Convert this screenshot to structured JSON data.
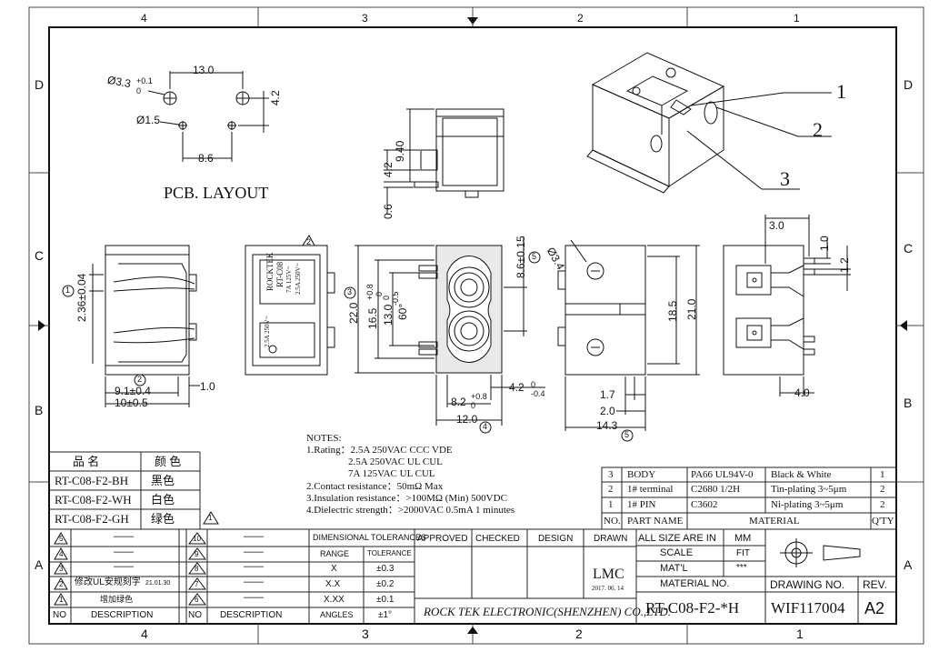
{
  "zones": {
    "cols_top": [
      "4",
      "3",
      "2",
      "1"
    ],
    "rows": [
      "D",
      "C",
      "B",
      "A"
    ],
    "cols_bottom": [
      "4",
      "3",
      "2",
      "1"
    ]
  },
  "pcb": {
    "title": "PCB. LAYOUT",
    "dim_13": "13.0",
    "dim_hole_big": "Ø3.3",
    "dim_hole_big_tol_top": "+0.1",
    "dim_hole_big_tol_bot": "0",
    "dim_hole_small": "Ø1.5",
    "dim_4_2": "4.2",
    "dim_8_6": "8.6"
  },
  "side_view": {
    "dim_9_40": "9.40",
    "dim_4_2": "4.2",
    "dim_0_6": "0.6"
  },
  "iso_view": {
    "callouts": [
      "1",
      "2",
      "3"
    ]
  },
  "left_view": {
    "dim_2_36": "2.36±0.04",
    "dim_9_1": "9.1±0.4",
    "dim_10": "10±0.5",
    "dim_1_0": "1.0",
    "mark_1": "1",
    "mark_2": "2"
  },
  "label_view": {
    "rev_mark": "2",
    "brand": "ROCKTEK",
    "model": "RT-C08",
    "rating1": "7A 125V~",
    "rating2": "2.5A 250V~",
    "rating3": "2.5A 250V~"
  },
  "front_view": {
    "dim_22": "22.0",
    "dim_16_5": "16.5",
    "dim_16_5_tol_top": "+0.8",
    "dim_16_5_tol_bot": "0",
    "dim_13": "13.0",
    "dim_13_tol_top": "0",
    "dim_13_tol_bot": "-0.5",
    "dim_60": "60°",
    "dim_8_6": "8.6±0.15",
    "dim_4_2": "4.2",
    "dim_4_2_tol_top": "0",
    "dim_4_2_tol_bot": "-0.4",
    "dim_8_2": "8.2",
    "dim_8_2_tol_top": "+0.8",
    "dim_8_2_tol_bot": "0",
    "dim_12": "12.0",
    "mark_3": "3",
    "mark_4": "4",
    "mark_5": "5"
  },
  "right_view": {
    "dim_hole": "Ø3.4",
    "dim_18_5": "18.5",
    "dim_21": "21.0",
    "dim_1_7": "1.7",
    "dim_2_0": "2.0",
    "dim_14_3": "14.3",
    "mark_5": "5"
  },
  "far_right_view": {
    "dim_3_0": "3.0",
    "dim_1_0": "1.0",
    "dim_1_2": "1.2",
    "dim_4_0": "4.0"
  },
  "notes": {
    "heading": "NOTES:",
    "lines": [
      "1.Rating：2.5A 250VAC   CCC VDE",
      "2.5A 250VAC    UL CUL",
      "7A 125VAC      UL CUL",
      "2.Contact resistance：50mΩ Max",
      "3.Insulation resistance：>100MΩ (Min) 500VDC",
      "4.Dielectric strength：>2000VAC 0.5mA 1 minutes"
    ]
  },
  "variants": {
    "header": [
      "品  名",
      "颜 色"
    ],
    "rows": [
      {
        "name": "RT-C08-F2-BH",
        "color": "黑色"
      },
      {
        "name": "RT-C08-F2-WH",
        "color": "白色"
      },
      {
        "name": "RT-C08-F2-GH",
        "color": "绿色"
      }
    ],
    "warn_mark": "1"
  },
  "bom": {
    "rows": [
      {
        "no": "3",
        "part": "BODY",
        "material": "PA66   UL94V-0",
        "finish": "Black & White",
        "qty": "1"
      },
      {
        "no": "2",
        "part": "1# terminal",
        "material": "C2680  1/2H",
        "finish": "Tin-plating 3~5μm",
        "qty": "2"
      },
      {
        "no": "1",
        "part": "1# PIN",
        "material": "C3602",
        "finish": "Ni-plating 3~5μm",
        "qty": "2"
      }
    ],
    "header": {
      "no": "NO.",
      "part": "PART NAME",
      "material": "MATERIAL",
      "qty": "Q'TY"
    }
  },
  "revisions_left": {
    "rows": [
      {
        "no": "5",
        "desc": "——"
      },
      {
        "no": "4",
        "desc": "——"
      },
      {
        "no": "3",
        "desc": "——"
      },
      {
        "no": "2",
        "desc": "修改UL安规刻字",
        "date": "21.01.30"
      },
      {
        "no": "1",
        "desc": "增加绿色"
      }
    ],
    "header": {
      "no": "NO",
      "desc": "DESCRIPTION"
    }
  },
  "revisions_right": {
    "rows": [
      {
        "no": "10",
        "desc": "——"
      },
      {
        "no": "9",
        "desc": "——"
      },
      {
        "no": "8",
        "desc": "——"
      },
      {
        "no": "7",
        "desc": "——"
      },
      {
        "no": "6",
        "desc": "——"
      }
    ],
    "header": {
      "no": "NO",
      "desc": "DESCRIPTION"
    }
  },
  "tolerances": {
    "title": "DIMENSIONAL TOLERANCES",
    "head_range": "RANGE",
    "head_tol": "TOLERANCE",
    "rows": [
      {
        "range": "X",
        "tol": "±0.3"
      },
      {
        "range": "X.X",
        "tol": "±0.2"
      },
      {
        "range": "X.XX",
        "tol": "±0.1"
      },
      {
        "range": "ANGLES",
        "tol": "±1°"
      }
    ]
  },
  "approvals": {
    "approved": "APPROVED",
    "checked": "CHECKED",
    "design": "DESIGN",
    "drawn": "DRAWN",
    "drawn_by": "LMC",
    "date": "2017. 06. 14",
    "company": "ROCK TEK ELECTRONIC(SHENZHEN) CO.,LTD."
  },
  "title_block": {
    "size_label": "ALL SIZE ARE IN",
    "size_value": "MM",
    "scale_label": "SCALE",
    "scale_value": "FIT",
    "mat_label": "MAT'L",
    "mat_value": "***",
    "material_no_label": "MATERIAL  NO.",
    "material_no": "RT-C08-F2-*H",
    "drawing_no_label": "DRAWING NO.",
    "drawing_no": "WIF117004",
    "rev_label": "REV.",
    "rev": "A2"
  }
}
